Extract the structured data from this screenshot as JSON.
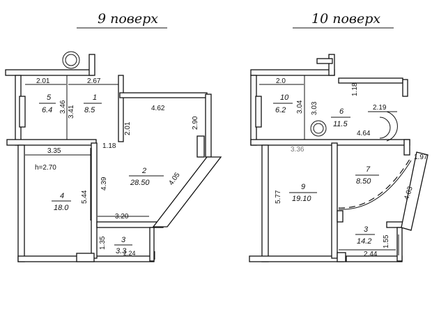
{
  "floors": [
    {
      "title": "9 поверх",
      "rooms": [
        {
          "number": "5",
          "area": "6.4"
        },
        {
          "number": "1",
          "area": "8.5"
        },
        {
          "number": "2",
          "area": "28.50"
        },
        {
          "number": "4",
          "area": "18.0"
        },
        {
          "number": "3",
          "area": "3.3"
        }
      ],
      "dimensions": [
        "2.01",
        "2.67",
        "3.46",
        "3.41",
        "4.62",
        "2.01",
        "2.90",
        "3.35",
        "1.18",
        "4.39",
        "5.44",
        "3.20",
        "4.05",
        "1.35",
        "2.24"
      ],
      "note": "h=2.70"
    },
    {
      "title": "10 поверх",
      "rooms": [
        {
          "number": "10",
          "area": "6.2"
        },
        {
          "number": "6",
          "area": "11.5"
        },
        {
          "number": "7",
          "area": "8.50"
        },
        {
          "number": "9",
          "area": "19.10"
        },
        {
          "number": "3",
          "area": "14.2"
        }
      ],
      "dimensions": [
        "2.0",
        "3.04",
        "3.03",
        "1.18",
        "2.19",
        "4.64",
        "3.36",
        "1.97",
        "5.77",
        "4.03",
        "1.55",
        "2.44"
      ]
    }
  ]
}
